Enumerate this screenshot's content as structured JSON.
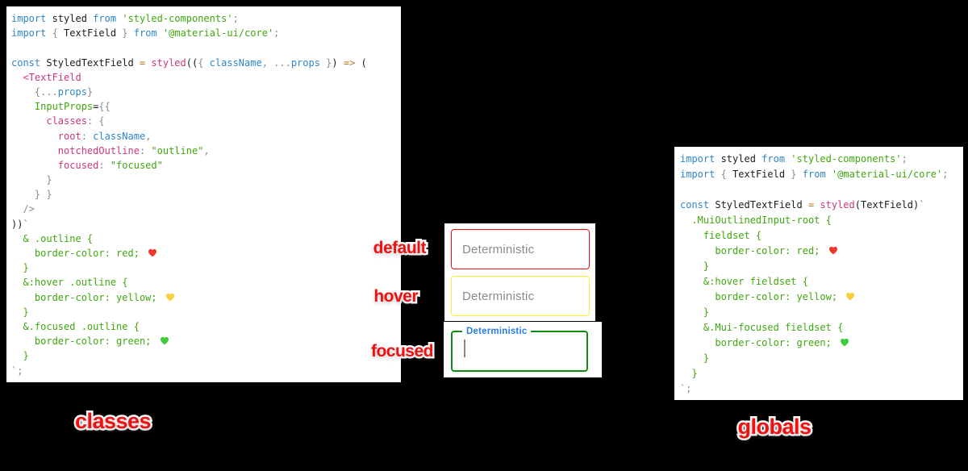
{
  "colors": {
    "sticker_red": "#ee1111",
    "focused_label_blue": "#2b7de0",
    "heart_red": "#f0382e",
    "heart_yellow": "#fcce3e",
    "heart_green": "#3ecb39"
  },
  "states": [
    {
      "name": "default",
      "placeholder": "Deterministic",
      "border_color": "#fb0d0d"
    },
    {
      "name": "hover",
      "placeholder": "Deterministic",
      "border_color": "#fdee2e"
    },
    {
      "name": "focused",
      "label": "Deterministic",
      "border_color": "#0f8c12"
    }
  ],
  "stickers": {
    "default": "default",
    "hover": "hover",
    "focused": "focused",
    "classes": "classes",
    "globals": "globals"
  },
  "code_left": {
    "lines": [
      [
        [
          "kw",
          "import"
        ],
        [
          "pl",
          " styled "
        ],
        [
          "kw",
          "from"
        ],
        [
          "str",
          " 'styled-components'"
        ],
        [
          "pu",
          ";"
        ]
      ],
      [
        [
          "kw",
          "import"
        ],
        [
          "pu",
          " { "
        ],
        [
          "pl",
          "TextField"
        ],
        [
          "pu",
          " } "
        ],
        [
          "kw",
          "from"
        ],
        [
          "str",
          " '@material-ui/core'"
        ],
        [
          "pu",
          ";"
        ]
      ],
      [],
      [
        [
          "kw",
          "const"
        ],
        [
          "pl",
          " StyledTextField "
        ],
        [
          "op",
          "= "
        ],
        [
          "pk",
          "styled"
        ],
        [
          "pl",
          "(("
        ],
        [
          "pu",
          "{ "
        ],
        [
          "kw",
          "className"
        ],
        [
          "pu",
          ", ..."
        ],
        [
          "kw",
          "props"
        ],
        [
          "pu",
          " }"
        ],
        [
          "pl",
          ") "
        ],
        [
          "op",
          "=>"
        ],
        [
          "pl",
          " ("
        ]
      ],
      [
        [
          "pk",
          "  <TextField"
        ]
      ],
      [
        [
          "pu",
          "    {..."
        ],
        [
          "kw",
          "props"
        ],
        [
          "pu",
          "}"
        ]
      ],
      [
        [
          "str",
          "    InputProps"
        ],
        [
          "pl",
          "="
        ],
        [
          "pu",
          "{{"
        ]
      ],
      [
        [
          "pk",
          "      classes"
        ],
        [
          "pu",
          ": {"
        ]
      ],
      [
        [
          "pk",
          "        root"
        ],
        [
          "pu",
          ": "
        ],
        [
          "kw",
          "className"
        ],
        [
          "pu",
          ","
        ]
      ],
      [
        [
          "pk",
          "        notchedOutline"
        ],
        [
          "pu",
          ": "
        ],
        [
          "str",
          "\"outline\""
        ],
        [
          "pu",
          ","
        ]
      ],
      [
        [
          "pk",
          "        focused"
        ],
        [
          "pu",
          ": "
        ],
        [
          "str",
          "\"focused\""
        ]
      ],
      [
        [
          "pu",
          "      }"
        ]
      ],
      [
        [
          "pu",
          "    } }"
        ]
      ],
      [
        [
          "pu",
          "  />"
        ]
      ],
      [
        [
          "pl",
          "))"
        ],
        [
          "str",
          "`"
        ]
      ],
      [
        [
          "str",
          "  & .outline {"
        ]
      ],
      [
        [
          "str",
          "    border-color: red; "
        ],
        [
          "heart",
          "#f0382e"
        ]
      ],
      [
        [
          "str",
          "  }"
        ]
      ],
      [
        [
          "str",
          "  &:hover .outline {"
        ]
      ],
      [
        [
          "str",
          "    border-color: yellow; "
        ],
        [
          "heart",
          "#fcce3e"
        ]
      ],
      [
        [
          "str",
          "  }"
        ]
      ],
      [
        [
          "str",
          "  &.focused .outline {"
        ]
      ],
      [
        [
          "str",
          "    border-color: green; "
        ],
        [
          "heart",
          "#3ecb39"
        ]
      ],
      [
        [
          "str",
          "  }"
        ]
      ],
      [
        [
          "pu",
          "`;"
        ]
      ]
    ]
  },
  "code_right": {
    "lines": [
      [
        [
          "kw",
          "import"
        ],
        [
          "pl",
          " styled "
        ],
        [
          "kw",
          "from"
        ],
        [
          "str",
          " 'styled-components'"
        ],
        [
          "pu",
          ";"
        ]
      ],
      [
        [
          "kw",
          "import"
        ],
        [
          "pu",
          " { "
        ],
        [
          "pl",
          "TextField"
        ],
        [
          "pu",
          " } "
        ],
        [
          "kw",
          "from"
        ],
        [
          "str",
          " '@material-ui/core'"
        ],
        [
          "pu",
          ";"
        ]
      ],
      [],
      [
        [
          "kw",
          "const"
        ],
        [
          "pl",
          " StyledTextField "
        ],
        [
          "op",
          "= "
        ],
        [
          "pk",
          "styled"
        ],
        [
          "pl",
          "(TextField)"
        ],
        [
          "str",
          "`"
        ]
      ],
      [
        [
          "str",
          "  .MuiOutlinedInput-root {"
        ]
      ],
      [
        [
          "str",
          "    fieldset {"
        ]
      ],
      [
        [
          "str",
          "      border-color: red; "
        ],
        [
          "heart",
          "#f0382e"
        ]
      ],
      [
        [
          "str",
          "    }"
        ]
      ],
      [
        [
          "str",
          "    &:hover fieldset {"
        ]
      ],
      [
        [
          "str",
          "      border-color: yellow; "
        ],
        [
          "heart",
          "#fcce3e"
        ]
      ],
      [
        [
          "str",
          "    }"
        ]
      ],
      [
        [
          "str",
          "    &.Mui-focused fieldset {"
        ]
      ],
      [
        [
          "str",
          "      border-color: green; "
        ],
        [
          "heart",
          "#3ecb39"
        ]
      ],
      [
        [
          "str",
          "    }"
        ]
      ],
      [
        [
          "str",
          "  }"
        ]
      ],
      [
        [
          "pu",
          "`;"
        ]
      ]
    ]
  }
}
